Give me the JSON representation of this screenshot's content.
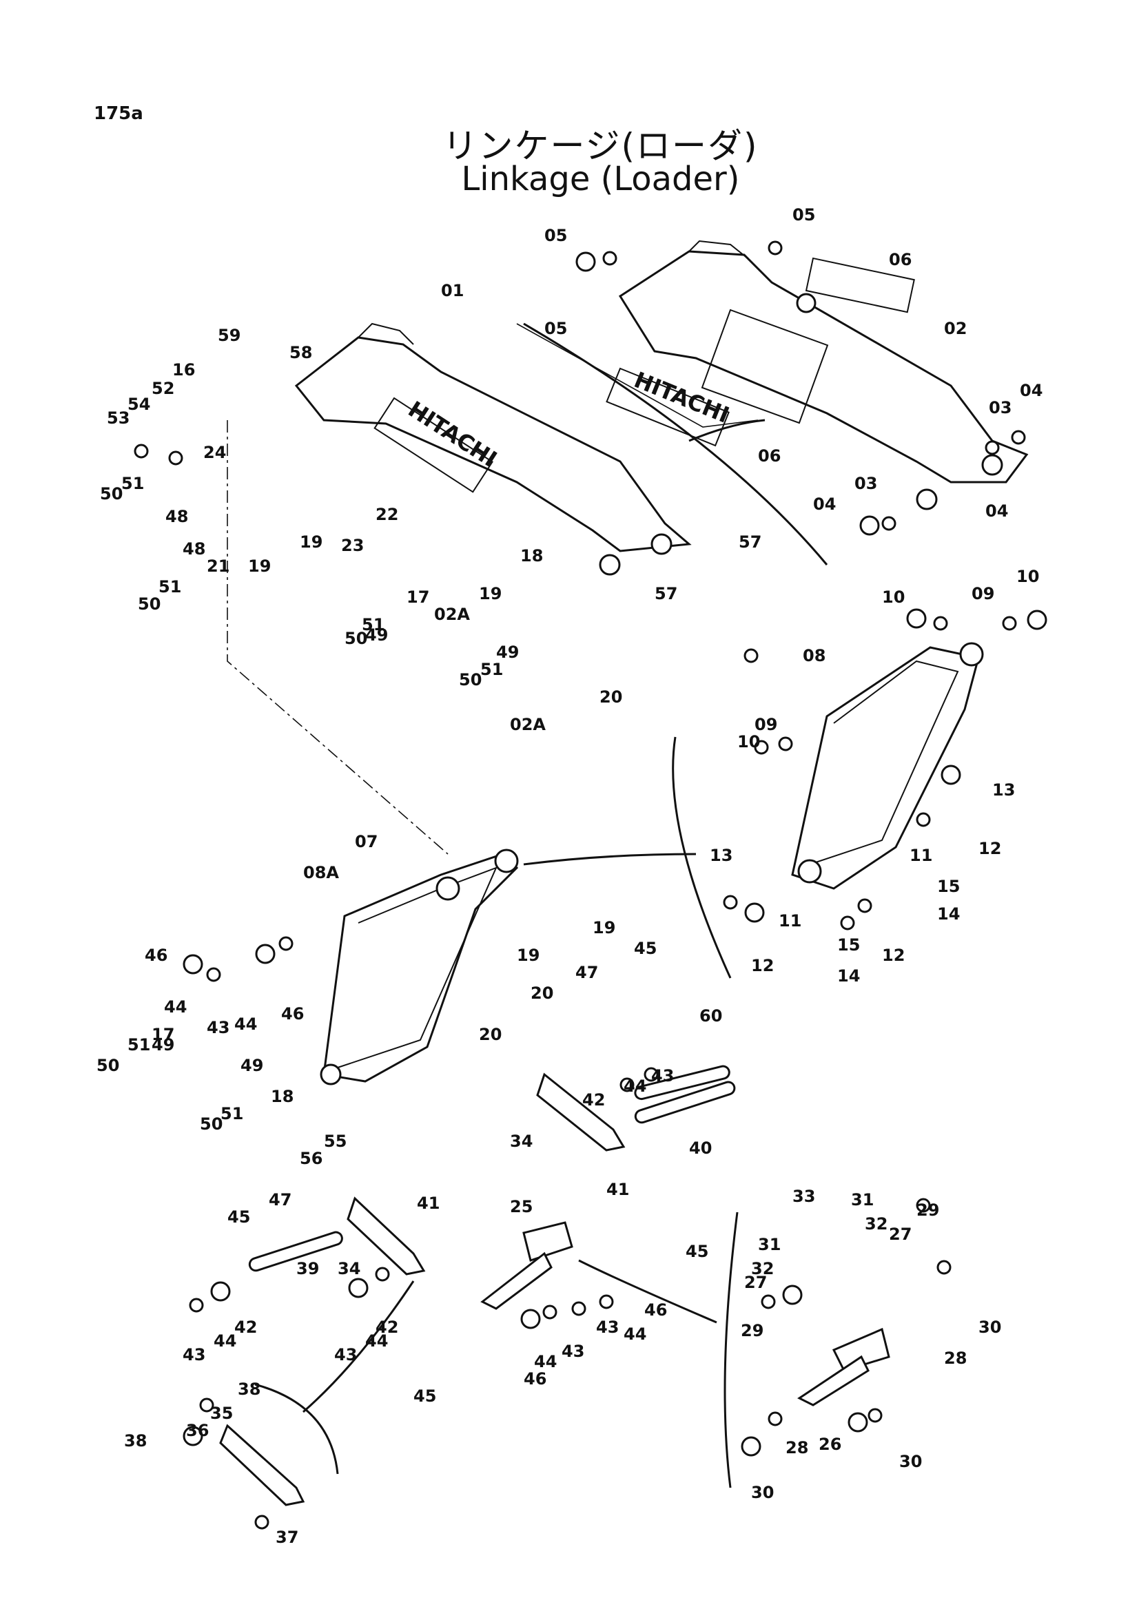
{
  "page_number": "175a",
  "title_jp": "リンケージ(ローダ)",
  "title_en": "Linkage (Loader)",
  "brand_logo": "HITACHI",
  "part_labels": [
    "01",
    "02",
    "02A",
    "03",
    "04",
    "05",
    "06",
    "07",
    "08",
    "08A",
    "09",
    "10",
    "11",
    "12",
    "13",
    "14",
    "15",
    "16",
    "17",
    "18",
    "19",
    "20",
    "21",
    "22",
    "23",
    "24",
    "25",
    "26",
    "27",
    "28",
    "29",
    "30",
    "31",
    "32",
    "33",
    "34",
    "35",
    "36",
    "37",
    "38",
    "39",
    "40",
    "41",
    "42",
    "43",
    "44",
    "45",
    "46",
    "47",
    "48",
    "49",
    "50",
    "51",
    "52",
    "53",
    "54",
    "55",
    "56",
    "57",
    "58",
    "59",
    "60"
  ]
}
